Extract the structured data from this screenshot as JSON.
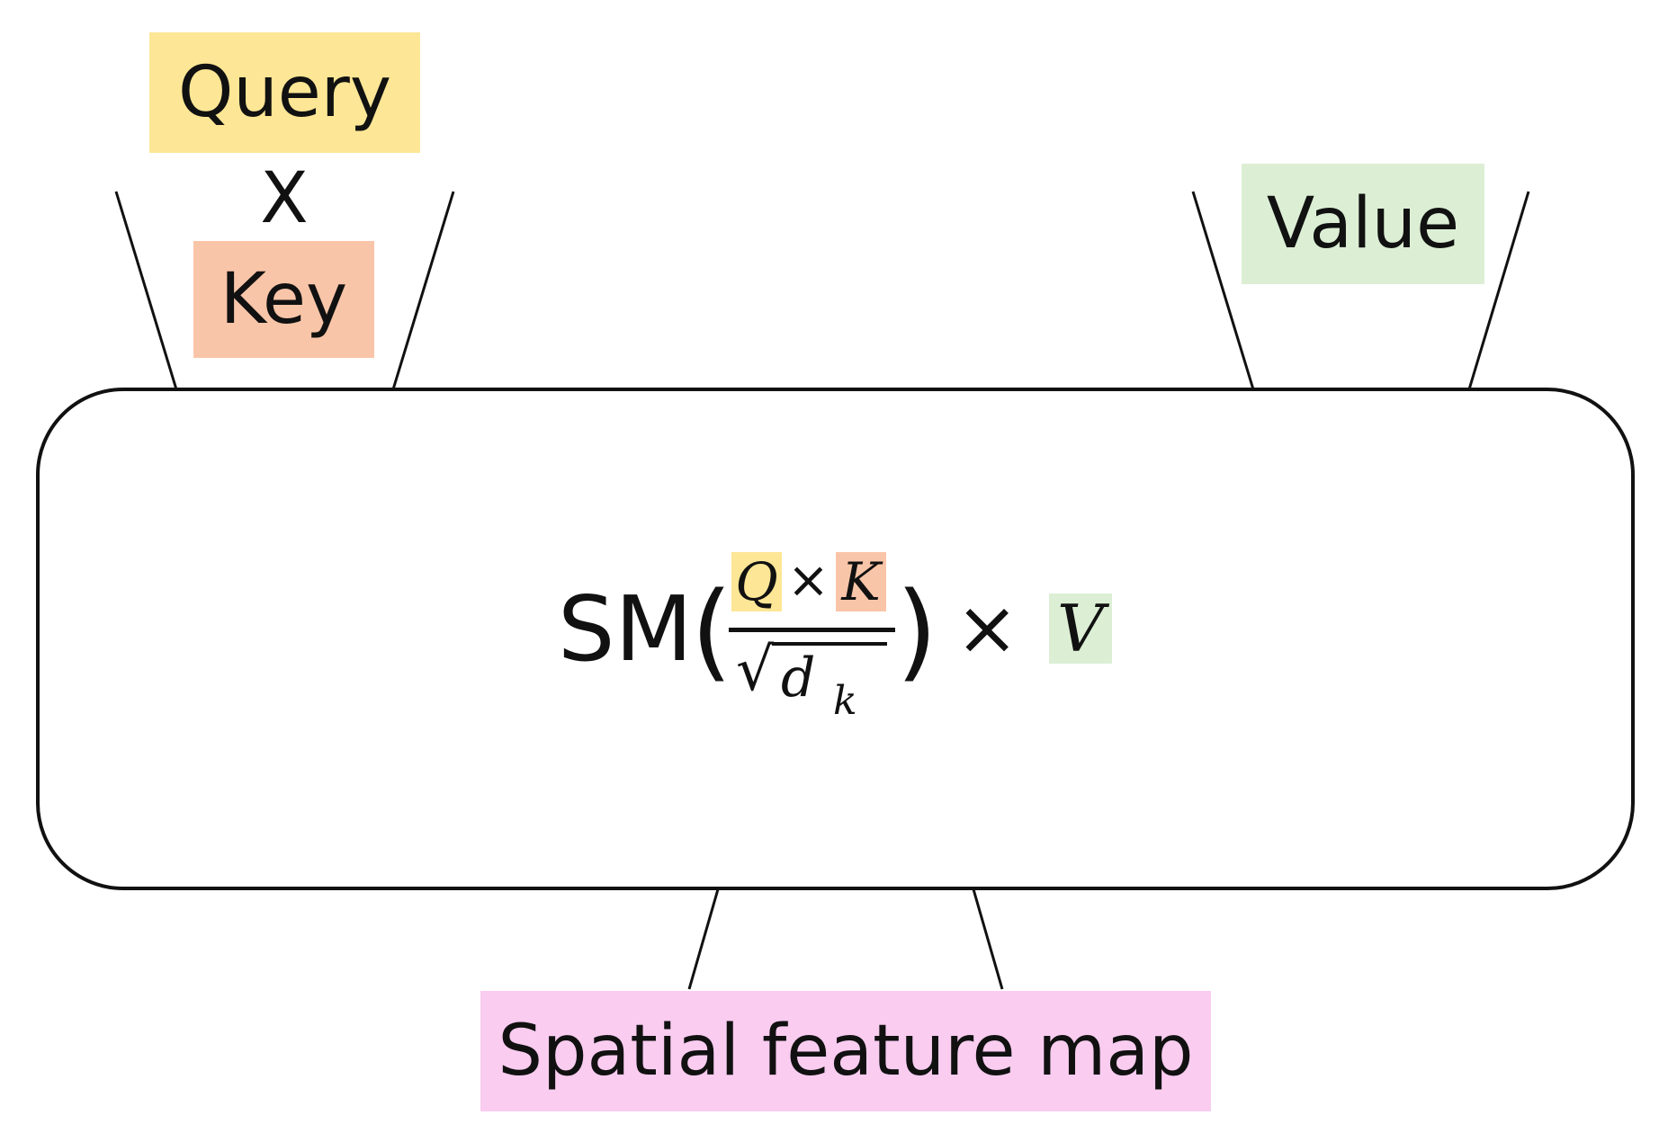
{
  "labels": {
    "query": "Query",
    "times": "X",
    "key": "Key",
    "value": "Value",
    "output": "Spatial feature map"
  },
  "formula": {
    "function": "SM",
    "open_paren": "(",
    "close_paren": ")",
    "numerator_q": "Q",
    "numerator_op": "×",
    "numerator_k": "K",
    "denominator_radical": "√",
    "denominator_d": "d",
    "denominator_sub": "k",
    "outer_op": "×",
    "value_var": "V"
  },
  "colors": {
    "query": "#fde695",
    "key": "#f9c5a8",
    "value": "#dcefd5",
    "output": "#f9ccf0",
    "stroke": "#111111"
  }
}
